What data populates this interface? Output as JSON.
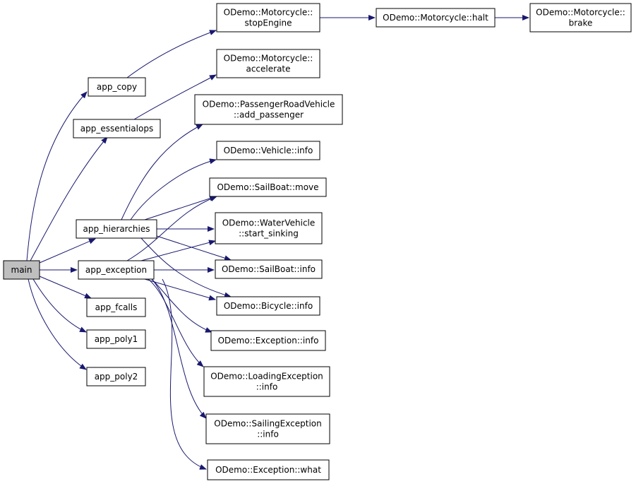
{
  "colors": {
    "edge": "#191970",
    "node_border": "#000000",
    "root_fill": "#bfbfbf",
    "node_fill": "#ffffff"
  },
  "nodes": {
    "main": {
      "lines": [
        "main"
      ]
    },
    "app_copy": {
      "lines": [
        "app_copy"
      ]
    },
    "app_essentialops": {
      "lines": [
        "app_essentialops"
      ]
    },
    "app_hierarchies": {
      "lines": [
        "app_hierarchies"
      ]
    },
    "app_exception": {
      "lines": [
        "app_exception"
      ]
    },
    "app_fcalls": {
      "lines": [
        "app_fcalls"
      ]
    },
    "app_poly1": {
      "lines": [
        "app_poly1"
      ]
    },
    "app_poly2": {
      "lines": [
        "app_poly2"
      ]
    },
    "moto_stop": {
      "lines": [
        "ODemo::Motorcycle::",
        "stopEngine"
      ]
    },
    "moto_halt": {
      "lines": [
        "ODemo::Motorcycle::halt"
      ]
    },
    "moto_brake": {
      "lines": [
        "ODemo::Motorcycle::",
        "brake"
      ]
    },
    "moto_accel": {
      "lines": [
        "ODemo::Motorcycle::",
        "accelerate"
      ]
    },
    "prv_add": {
      "lines": [
        "ODemo::PassengerRoadVehicle",
        "::add_passenger"
      ]
    },
    "vehicle_info": {
      "lines": [
        "ODemo::Vehicle::info"
      ]
    },
    "sail_move": {
      "lines": [
        "ODemo::SailBoat::move"
      ]
    },
    "water_sink": {
      "lines": [
        "ODemo::WaterVehicle",
        "::start_sinking"
      ]
    },
    "sail_info": {
      "lines": [
        "ODemo::SailBoat::info"
      ]
    },
    "bicycle_info": {
      "lines": [
        "ODemo::Bicycle::info"
      ]
    },
    "exc_info": {
      "lines": [
        "ODemo::Exception::info"
      ]
    },
    "loading_info": {
      "lines": [
        "ODemo::LoadingException",
        "::info"
      ]
    },
    "sailing_info": {
      "lines": [
        "ODemo::SailingException",
        "::info"
      ]
    },
    "exc_what": {
      "lines": [
        "ODemo::Exception::what"
      ]
    }
  },
  "edges": [
    [
      "main",
      "app_copy"
    ],
    [
      "main",
      "app_essentialops"
    ],
    [
      "main",
      "app_hierarchies"
    ],
    [
      "main",
      "app_exception"
    ],
    [
      "main",
      "app_fcalls"
    ],
    [
      "main",
      "app_poly1"
    ],
    [
      "main",
      "app_poly2"
    ],
    [
      "app_copy",
      "moto_stop"
    ],
    [
      "moto_stop",
      "moto_halt"
    ],
    [
      "moto_halt",
      "moto_brake"
    ],
    [
      "app_essentialops",
      "moto_accel"
    ],
    [
      "app_hierarchies",
      "prv_add"
    ],
    [
      "app_hierarchies",
      "vehicle_info"
    ],
    [
      "app_hierarchies",
      "sail_move"
    ],
    [
      "app_hierarchies",
      "water_sink"
    ],
    [
      "app_hierarchies",
      "sail_info"
    ],
    [
      "app_hierarchies",
      "bicycle_info"
    ],
    [
      "app_exception",
      "sail_move"
    ],
    [
      "app_exception",
      "water_sink"
    ],
    [
      "app_exception",
      "sail_info"
    ],
    [
      "app_exception",
      "bicycle_info"
    ],
    [
      "app_exception",
      "exc_info"
    ],
    [
      "app_exception",
      "loading_info"
    ],
    [
      "app_exception",
      "sailing_info"
    ],
    [
      "app_exception",
      "exc_what"
    ]
  ]
}
